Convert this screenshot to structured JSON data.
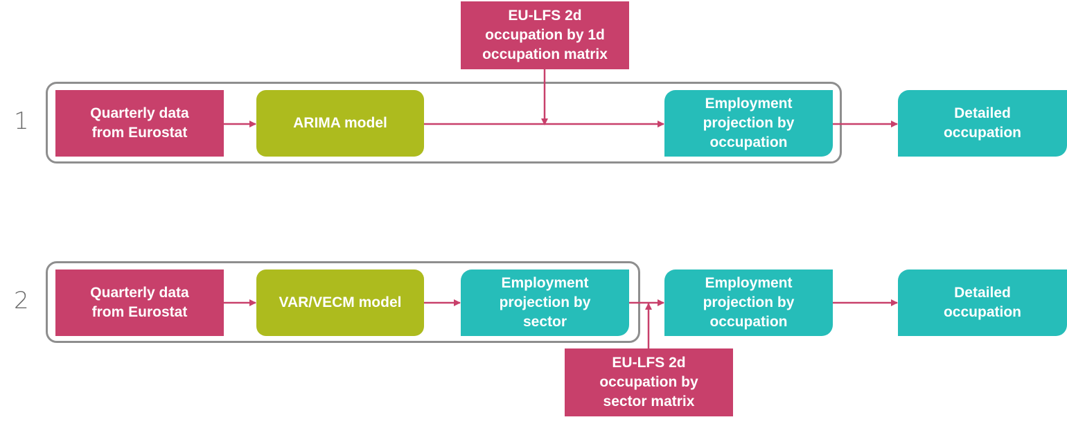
{
  "colors": {
    "data_source": "#c8406b",
    "model": "#adbb1e",
    "projection": "#26bdb9",
    "arrow": "#c8406b",
    "group_outline": "#8e8e8e"
  },
  "rows": [
    {
      "number": "1",
      "source": "Quarterly data\nfrom Eurostat",
      "model": "ARIMA model",
      "matrix": "EU-LFS 2d\noccupation by 1d\noccupation matrix",
      "projection_occupation": "Employment\nprojection by\noccupation",
      "detailed": "Detailed\noccupation"
    },
    {
      "number": "2",
      "source": "Quarterly data\nfrom Eurostat",
      "model": "VAR/VECM model",
      "projection_sector": "Employment\nprojection by\nsector",
      "matrix": "EU-LFS 2d\noccupation by\nsector matrix",
      "projection_occupation": "Employment\nprojection by\noccupation",
      "detailed": "Detailed\noccupation"
    }
  ]
}
